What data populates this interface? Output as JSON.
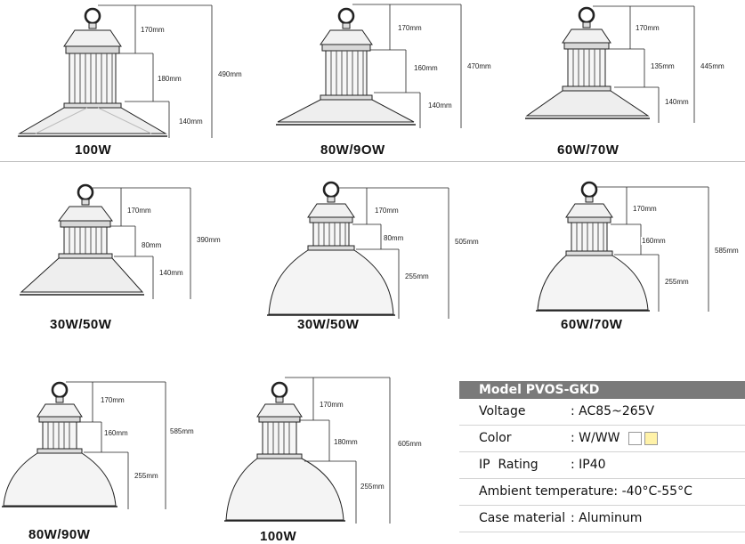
{
  "lamps": [
    {
      "caption": "100W",
      "dims": [
        "170mm",
        "180mm",
        "140mm",
        "490mm"
      ]
    },
    {
      "caption": "80W/9OW",
      "dims": [
        "170mm",
        "160mm",
        "140mm",
        "470mm"
      ]
    },
    {
      "caption": "60W/70W",
      "dims": [
        "170mm",
        "135mm",
        "140mm",
        "445mm"
      ]
    },
    {
      "caption": "30W/50W",
      "dims": [
        "170mm",
        "80mm",
        "140mm",
        "390mm"
      ]
    },
    {
      "caption": "30W/50W",
      "dims": [
        "170mm",
        "80mm",
        "255mm",
        "505mm"
      ]
    },
    {
      "caption": "60W/70W",
      "dims": [
        "170mm",
        "160mm",
        "255mm",
        "585mm"
      ]
    },
    {
      "caption": "80W/90W",
      "dims": [
        "170mm",
        "160mm",
        "255mm",
        "585mm"
      ]
    },
    {
      "caption": "100W",
      "dims": [
        "170mm",
        "180mm",
        "255mm",
        "605mm"
      ]
    }
  ],
  "spec": {
    "title": "Model PVOS-GKD",
    "rows": [
      {
        "label": "Voltage",
        "value": ": AC85~265V"
      },
      {
        "label": "Color",
        "value": ": W/WW"
      },
      {
        "label": "IP  Rating",
        "value": ": IP40"
      },
      {
        "text": "Ambient temperature: -40°C-55°C"
      },
      {
        "label": "Case material",
        "value": ": Aluminum"
      }
    ],
    "swatch_colors": [
      "#ffffff",
      "#fff2a8"
    ]
  }
}
